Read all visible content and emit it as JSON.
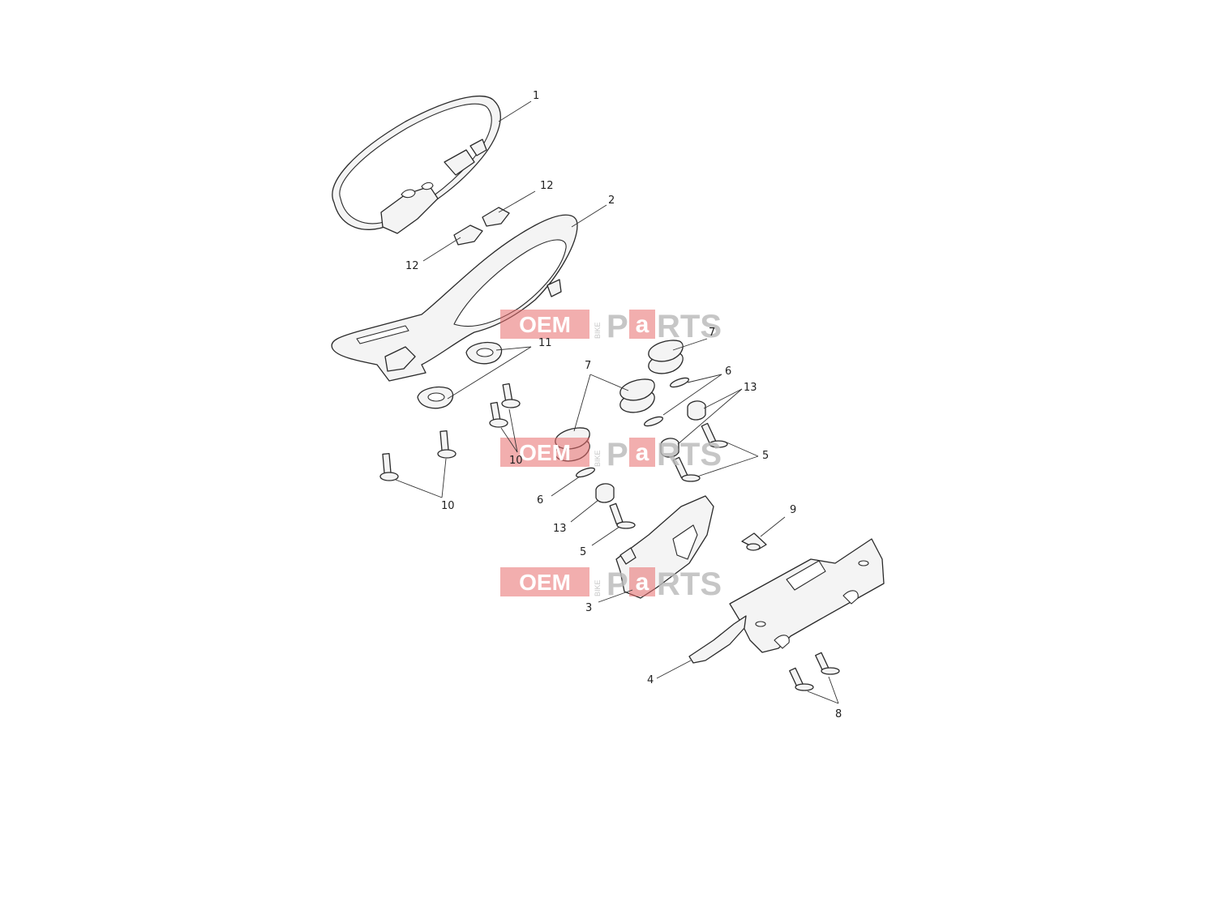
{
  "watermark": {
    "oem": "OEM",
    "bike": "BIKE",
    "p": "P",
    "a": "a",
    "rts": "RTS",
    "accent": "#e76b6b",
    "grey": "#b9b9b9"
  },
  "callouts": {
    "c1": "1",
    "c2": "2",
    "c3": "3",
    "c4": "4",
    "c5a": "5",
    "c5b": "5",
    "c6a": "6",
    "c6b": "6",
    "c7a": "7",
    "c7b": "7",
    "c8": "8",
    "c9": "9",
    "c10a": "10",
    "c10b": "10",
    "c11": "11",
    "c12a": "12",
    "c12b": "12",
    "c13a": "13",
    "c13b": "13"
  }
}
